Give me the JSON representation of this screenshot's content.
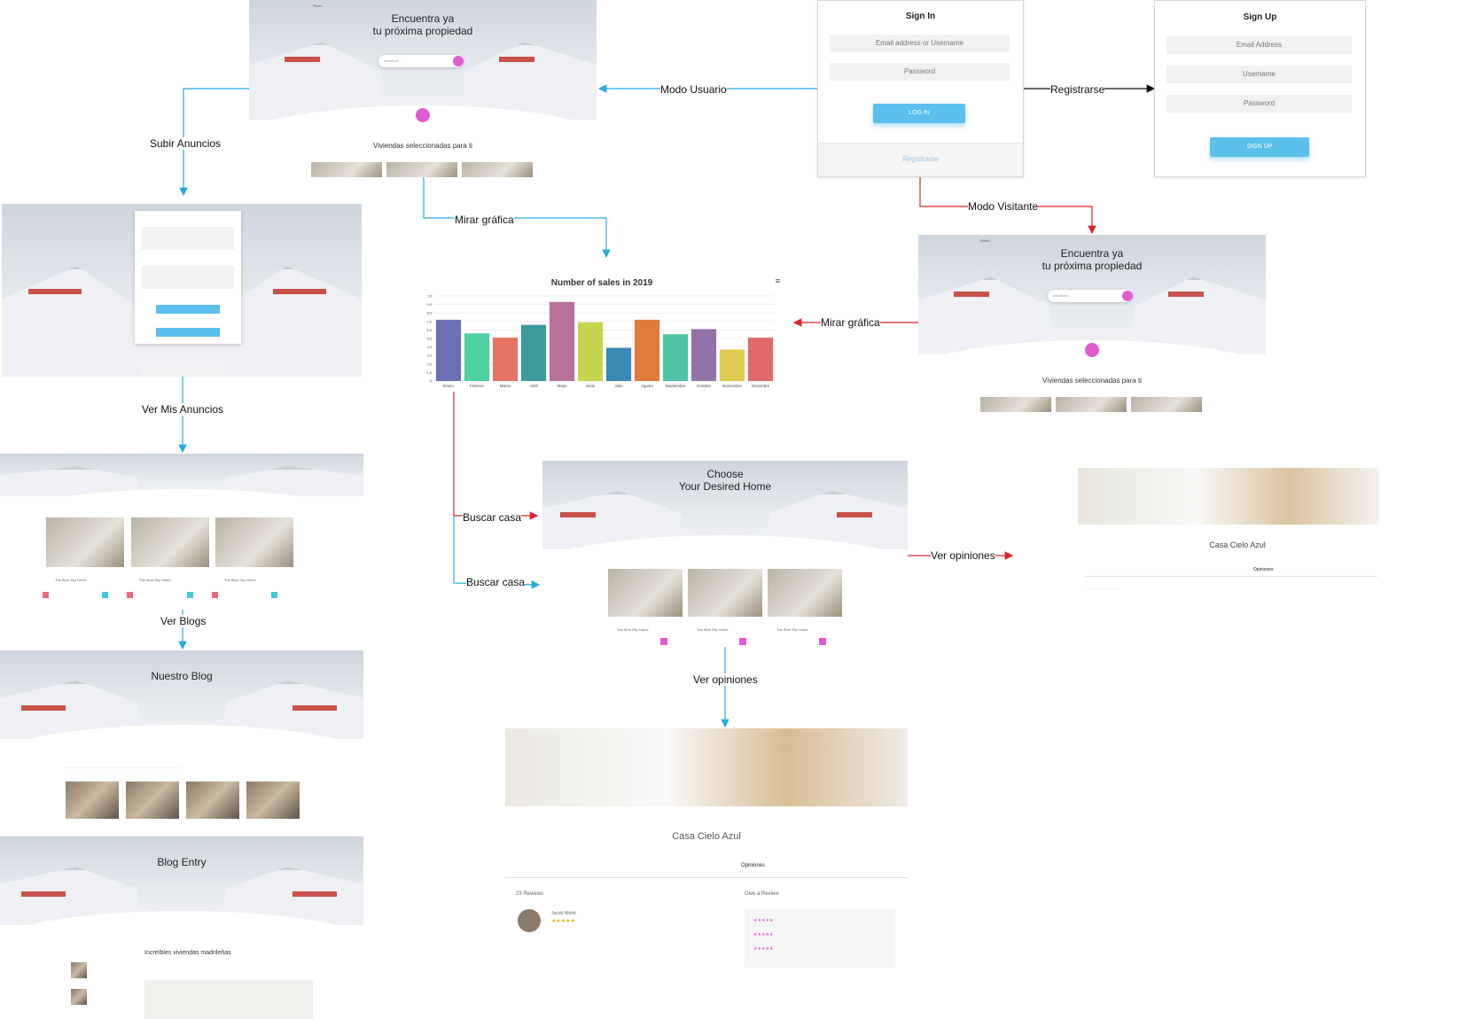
{
  "flow": {
    "modo_usuario": "Modo Usuario",
    "registrarse": "Registrarse",
    "modo_visitante": "Modo Visitante",
    "subir_anuncios": "Subir Anuncios",
    "mirar_grafica_1": "Mirar gráfica",
    "mirar_grafica_2": "Mirar gráfica",
    "ver_mis_anuncios": "Ver Mis Anuncios",
    "buscar_casa_1": "Buscar casa",
    "buscar_casa_2": "Buscar casa",
    "ver_opiniones_1": "Ver opiniones",
    "ver_opiniones_2": "Ver opiniones",
    "ver_blogs": "Ver Blogs",
    "colors": {
      "blue": "#29abe2",
      "red": "#d9262b",
      "black": "#111111"
    }
  },
  "home": {
    "title_line1": "Encuentra ya",
    "title_line2": "tu próxima propiedad",
    "section": "Viviendas seleccionadas para ti"
  },
  "visitor_home": {
    "title_line1": "Encuentra ya",
    "title_line2": "tu próxima propiedad",
    "section": "Viviendas seleccionadas para ti"
  },
  "signin": {
    "title": "Sign In",
    "email_placeholder": "Email address or Username",
    "password_placeholder": "Password",
    "login_button": "LOG IN",
    "register_link": "Registrarse"
  },
  "signup": {
    "title": "Sign Up",
    "email_placeholder": "Email Address",
    "username_placeholder": "Username",
    "password_placeholder": "Password",
    "signup_button": "SIGN UP"
  },
  "search": {
    "title_line1": "Choose",
    "title_line2": "Your Desired Home"
  },
  "detail_small": {
    "name": "Casa Cielo Azul",
    "tab_opiniones": "Opiniones"
  },
  "detail_large": {
    "name": "Casa Cielo Azul",
    "tab_opiniones": "Opiniones",
    "reviews_count": "23 Reviews",
    "give_review": "Give a Review",
    "reviewer": "Jacob Webb"
  },
  "blog": {
    "title": "Nuestro Blog"
  },
  "blog_entry": {
    "title": "Blog Entry",
    "post_title": "Increíbles viviendas madrileñas"
  },
  "chart_data": {
    "type": "bar",
    "title": "Number of sales in 2019",
    "categories": [
      "Enero",
      "Febrero",
      "Marzo",
      "Abril",
      "Mayo",
      "Junio",
      "Julio",
      "Agosto",
      "Septiembre",
      "Octubre",
      "Noviembre",
      "Diciembre"
    ],
    "values": [
      7.2,
      5.6,
      5.1,
      6.6,
      9.3,
      6.9,
      3.9,
      7.2,
      5.5,
      6.1,
      3.7,
      5.1
    ],
    "ylim": [
      0,
      10
    ],
    "yticks": [
      "0",
      "1.0",
      "2.0",
      "3.0",
      "4.0",
      "5.0",
      "6.0",
      "7.0",
      "8.0",
      "9.0",
      "10"
    ],
    "colors": [
      "#6b6fb5",
      "#4fd1a0",
      "#e57363",
      "#3d9b9b",
      "#b7719a",
      "#c7d44f",
      "#3a88b5",
      "#e07b39",
      "#4fc4a5",
      "#9272a8",
      "#e0c94f",
      "#e06a6a"
    ],
    "grid": true
  }
}
